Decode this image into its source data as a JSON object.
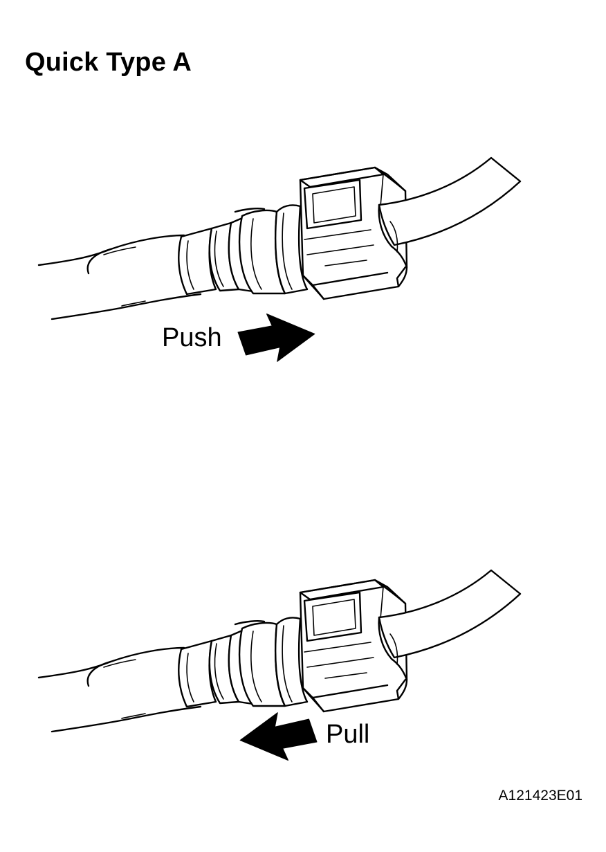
{
  "title": "Quick Type A",
  "steps": [
    {
      "label": "Push",
      "direction": "right"
    },
    {
      "label": "Pull",
      "direction": "left"
    }
  ],
  "figure_id": "A121423E01",
  "colors": {
    "ink": "#000000",
    "paper": "#ffffff"
  }
}
